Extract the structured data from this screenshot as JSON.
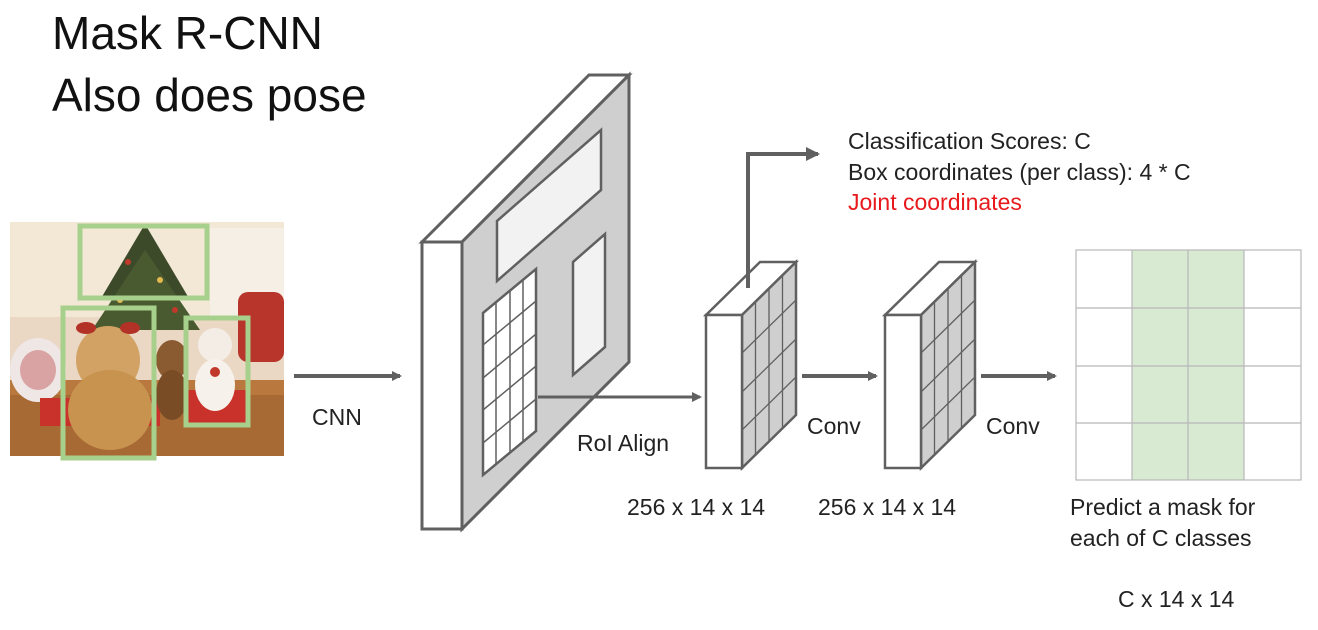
{
  "title": {
    "line1": "Mask R-CNN",
    "line2": "Also does pose"
  },
  "labels": {
    "cnn": "CNN",
    "roi_align": "RoI Align",
    "conv1": "Conv",
    "conv2": "Conv",
    "dim1": "256 x 14 x 14",
    "dim2": "256 x 14 x 14",
    "mask_caption_line1": "Predict a mask for",
    "mask_caption_line2": "each of C classes",
    "mask_dim": "C x 14 x 14"
  },
  "outputs": {
    "classification": "Classification Scores: C",
    "box": "Box coordinates (per class): 4 * C",
    "joint": "Joint coordinates"
  },
  "colors": {
    "arrow": "#606060",
    "feature_face": "#cfcfcf",
    "box_stroke": "#a8d08d",
    "mask_fill": "#d9ead3",
    "highlight_text": "#e8191c"
  }
}
